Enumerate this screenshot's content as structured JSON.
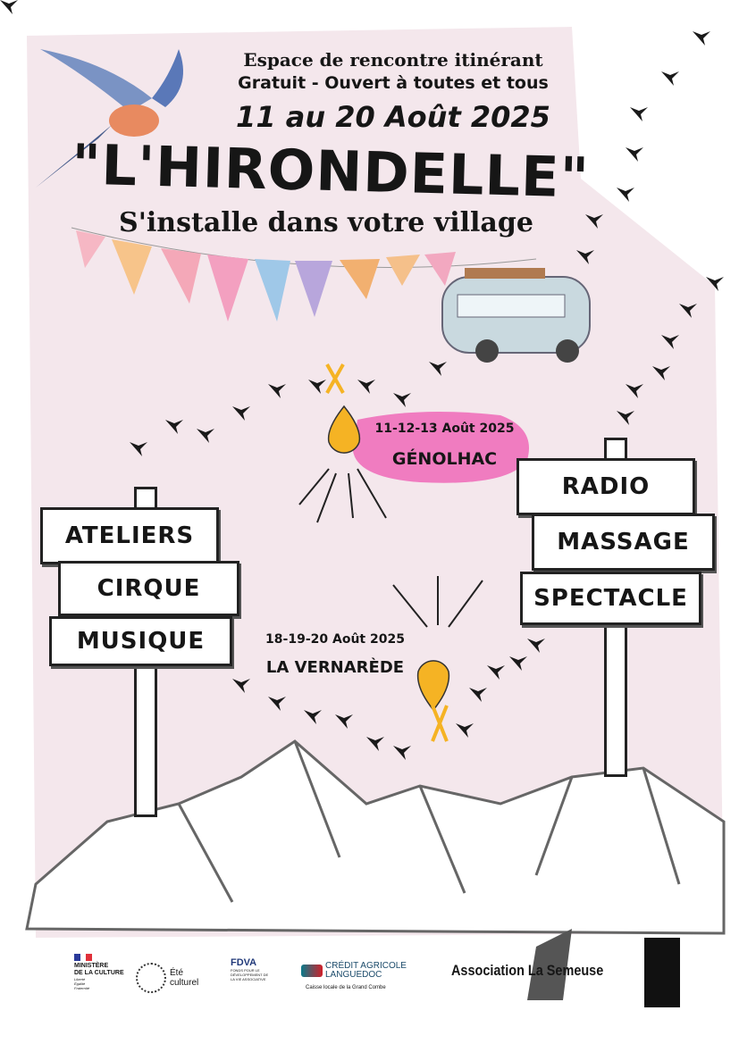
{
  "header": {
    "line1": "Espace de rencontre itinérant",
    "line2": "Gratuit - Ouvert à toutes et tous",
    "dates": "11 au 20 Août 2025",
    "title": "\"L'HIRONDELLE\"",
    "subtitle": "S'installe dans votre village"
  },
  "stops": [
    {
      "dates": "11-12-13 Août 2025",
      "place": "GÉNOLHAC"
    },
    {
      "dates": "18-19-20 Août 2025",
      "place": "LA VERNARÈDE"
    }
  ],
  "left_sign": [
    "ATELIERS",
    "CIRQUE",
    "MUSIQUE"
  ],
  "right_sign": [
    "RADIO",
    "MASSAGE",
    "SPECTACLE"
  ],
  "footer": {
    "ministere": [
      "MINISTÈRE",
      "DE LA CULTURE"
    ],
    "ministere_motto": [
      "Liberté",
      "Égalité",
      "Fraternité"
    ],
    "ete_culturel": [
      "Été",
      "culturel"
    ],
    "fdva": "FDVA",
    "fdva_desc": "FONDS POUR LE DÉVELOPPEMENT DE LA VIE ASSOCIATIVE",
    "credit_agricole": [
      "CRÉDIT AGRICOLE",
      "LANGUEDOC"
    ],
    "credit_agricole_sub": "Caisse locale de la Grand Combe",
    "association": "Association La Semeuse"
  },
  "colors": {
    "pink": "#f07cc0",
    "yellow": "#f5b324",
    "paper": "#f4e7ec"
  }
}
